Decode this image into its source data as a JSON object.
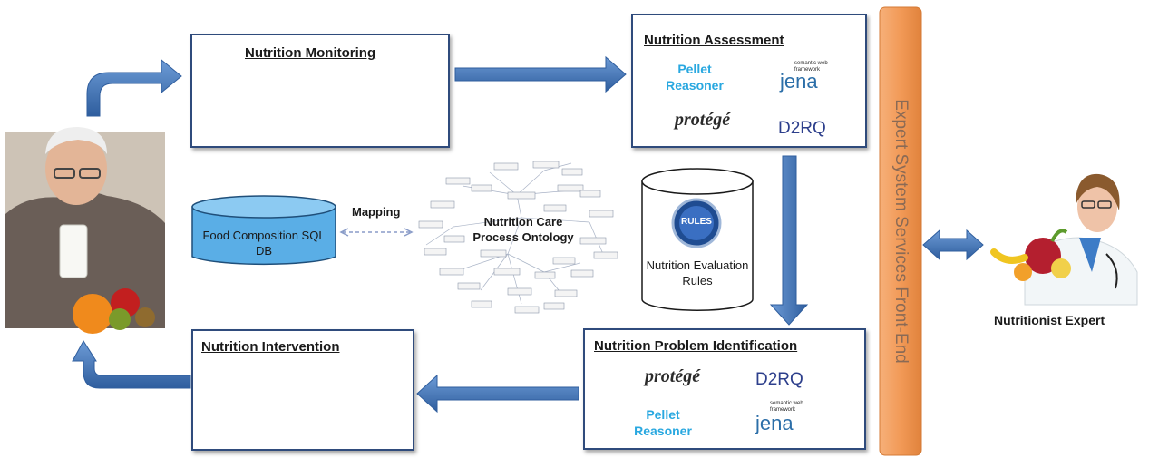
{
  "monitoring": {
    "title": "Nutrition Monitoring"
  },
  "assessment": {
    "title": "Nutrition Assessment",
    "pellet": "Pellet Reasoner",
    "jena": "jena",
    "jena_tag": "semantic web framework",
    "protege": "protégé",
    "d2rq": "D2RQ"
  },
  "problem": {
    "title": "Nutrition Problem Identification",
    "protege": "protégé",
    "d2rq": "D2RQ",
    "pellet": "Pellet Reasoner",
    "jena": "jena",
    "jena_tag": "semantic web framework"
  },
  "intervention": {
    "title": "Nutrition Intervention"
  },
  "food_db": {
    "label": "Food Composition SQL DB"
  },
  "mapping": {
    "label": "Mapping"
  },
  "ontology": {
    "label": "Nutrition Care Process Ontology"
  },
  "rules_db": {
    "badge": "RULES",
    "label": "Nutrition Evaluation Rules"
  },
  "expert_bar": {
    "label": "Expert System Services Front-End"
  },
  "expert": {
    "caption": "Nutritionist Expert"
  },
  "colors": {
    "arrow": "#3f72b6",
    "box_border": "#2f4b7c",
    "db_fill": "#5aaee6",
    "bar": "#f29a57",
    "pellet": "#29a8e0"
  }
}
